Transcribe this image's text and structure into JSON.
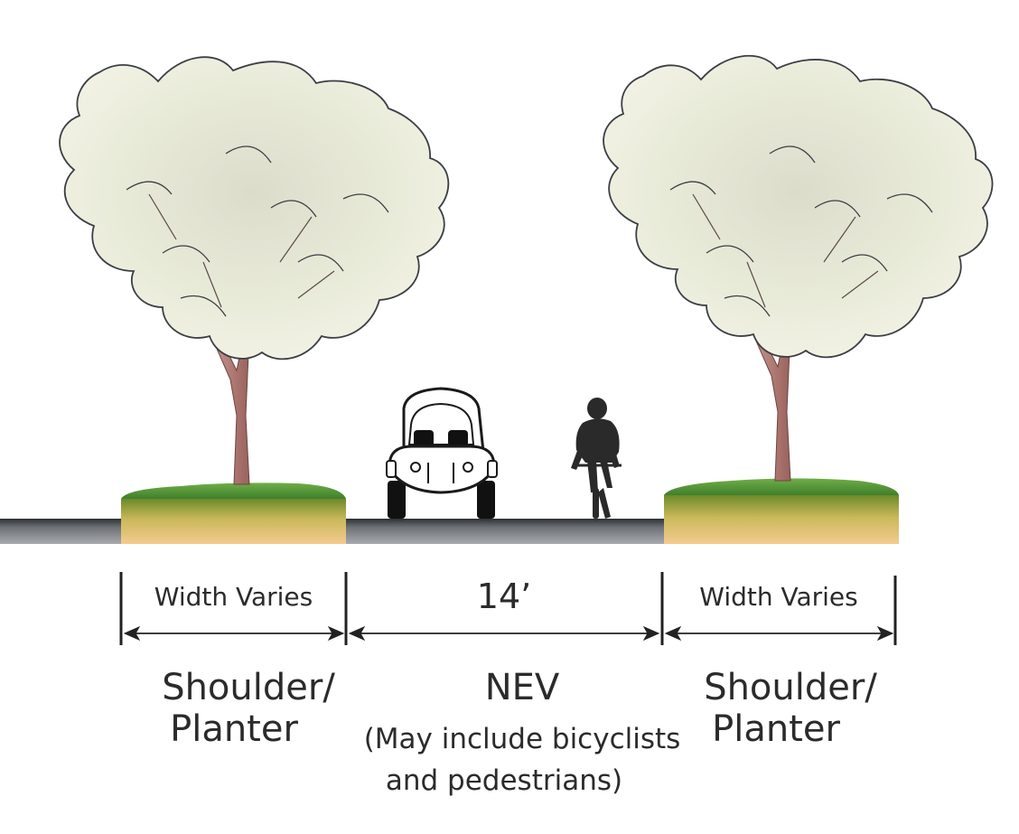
{
  "sections": [
    {
      "id": "left",
      "dimension": "Width Varies",
      "name_line1": "Shoulder/",
      "name_line2": "Planter"
    },
    {
      "id": "center",
      "dimension": "14’",
      "name_line1": "NEV",
      "name_line2": "(May include bicyclists",
      "name_line3": "and pedestrians)"
    },
    {
      "id": "right",
      "dimension": "Width Varies",
      "name_line1": "Shoulder/",
      "name_line2": "Planter"
    }
  ],
  "colors": {
    "road": "#6f7277",
    "grass": "#5a9a3c",
    "soil_top": "#7a8a2a",
    "soil_bottom": "#f2c98a",
    "foliage": "#e7e9d8",
    "trunk": "#a8706a",
    "silhouette": "#2a2a2a",
    "line": "#222222"
  },
  "icons": [
    "tree-icon",
    "nev-vehicle-icon",
    "bicyclist-icon"
  ]
}
